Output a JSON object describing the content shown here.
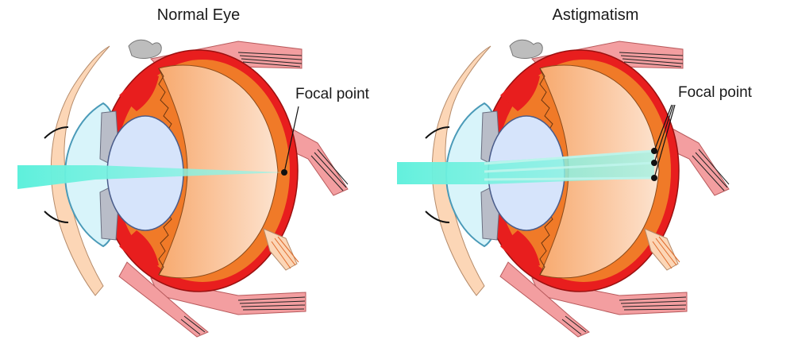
{
  "diagrams": [
    {
      "title": "Normal Eye",
      "focal_label": "Focal point"
    },
    {
      "title": "Astigmatism",
      "focal_label": "Focal point"
    }
  ]
}
